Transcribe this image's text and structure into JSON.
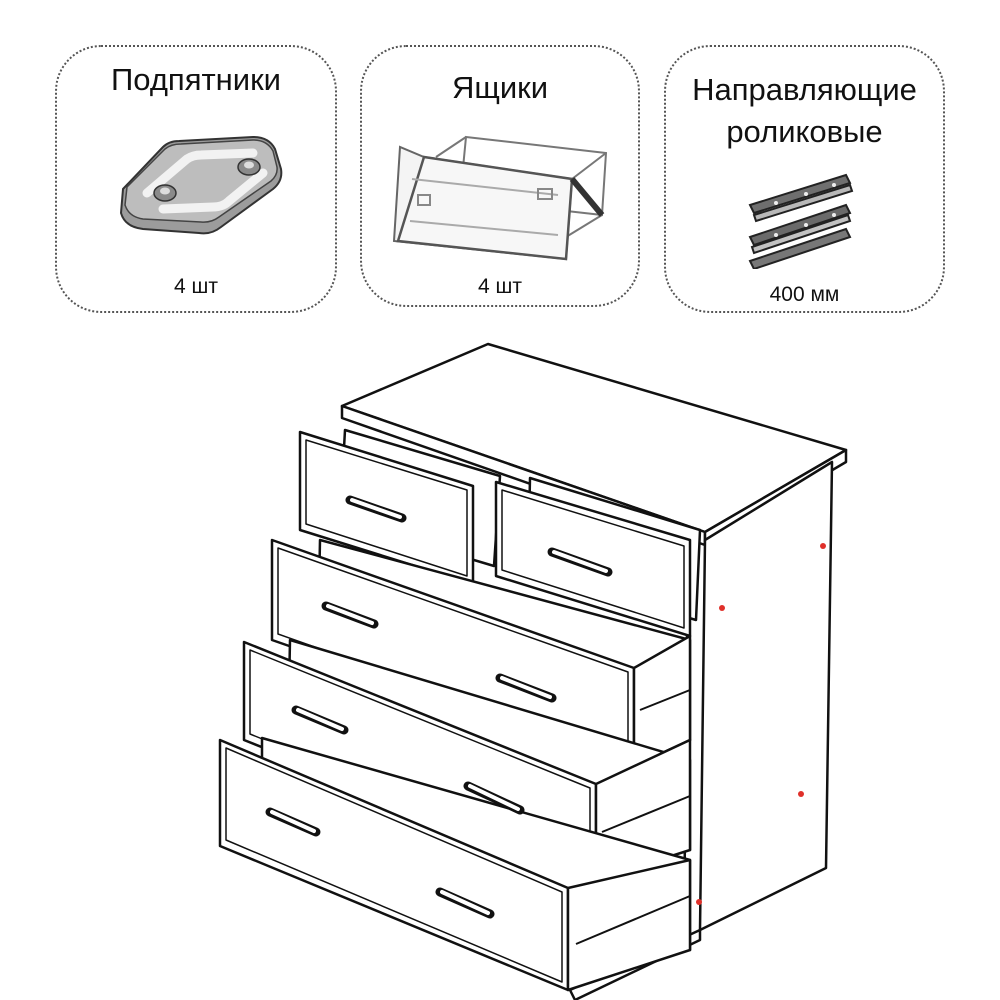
{
  "cards": [
    {
      "title": "Подпятники",
      "qty": "4 шт",
      "icon": "glide-foot-icon"
    },
    {
      "title": "Ящики",
      "qty": "4 шт",
      "icon": "drawer-box-icon"
    },
    {
      "title_line1": "Направляющие",
      "title_line2": "роликовые",
      "qty": "400 мм",
      "icon": "roller-slide-rail-icon"
    }
  ],
  "illustration": {
    "subject": "dresser-with-5-open-drawers",
    "accent_color": "#e0302a",
    "line_color": "#111111"
  }
}
